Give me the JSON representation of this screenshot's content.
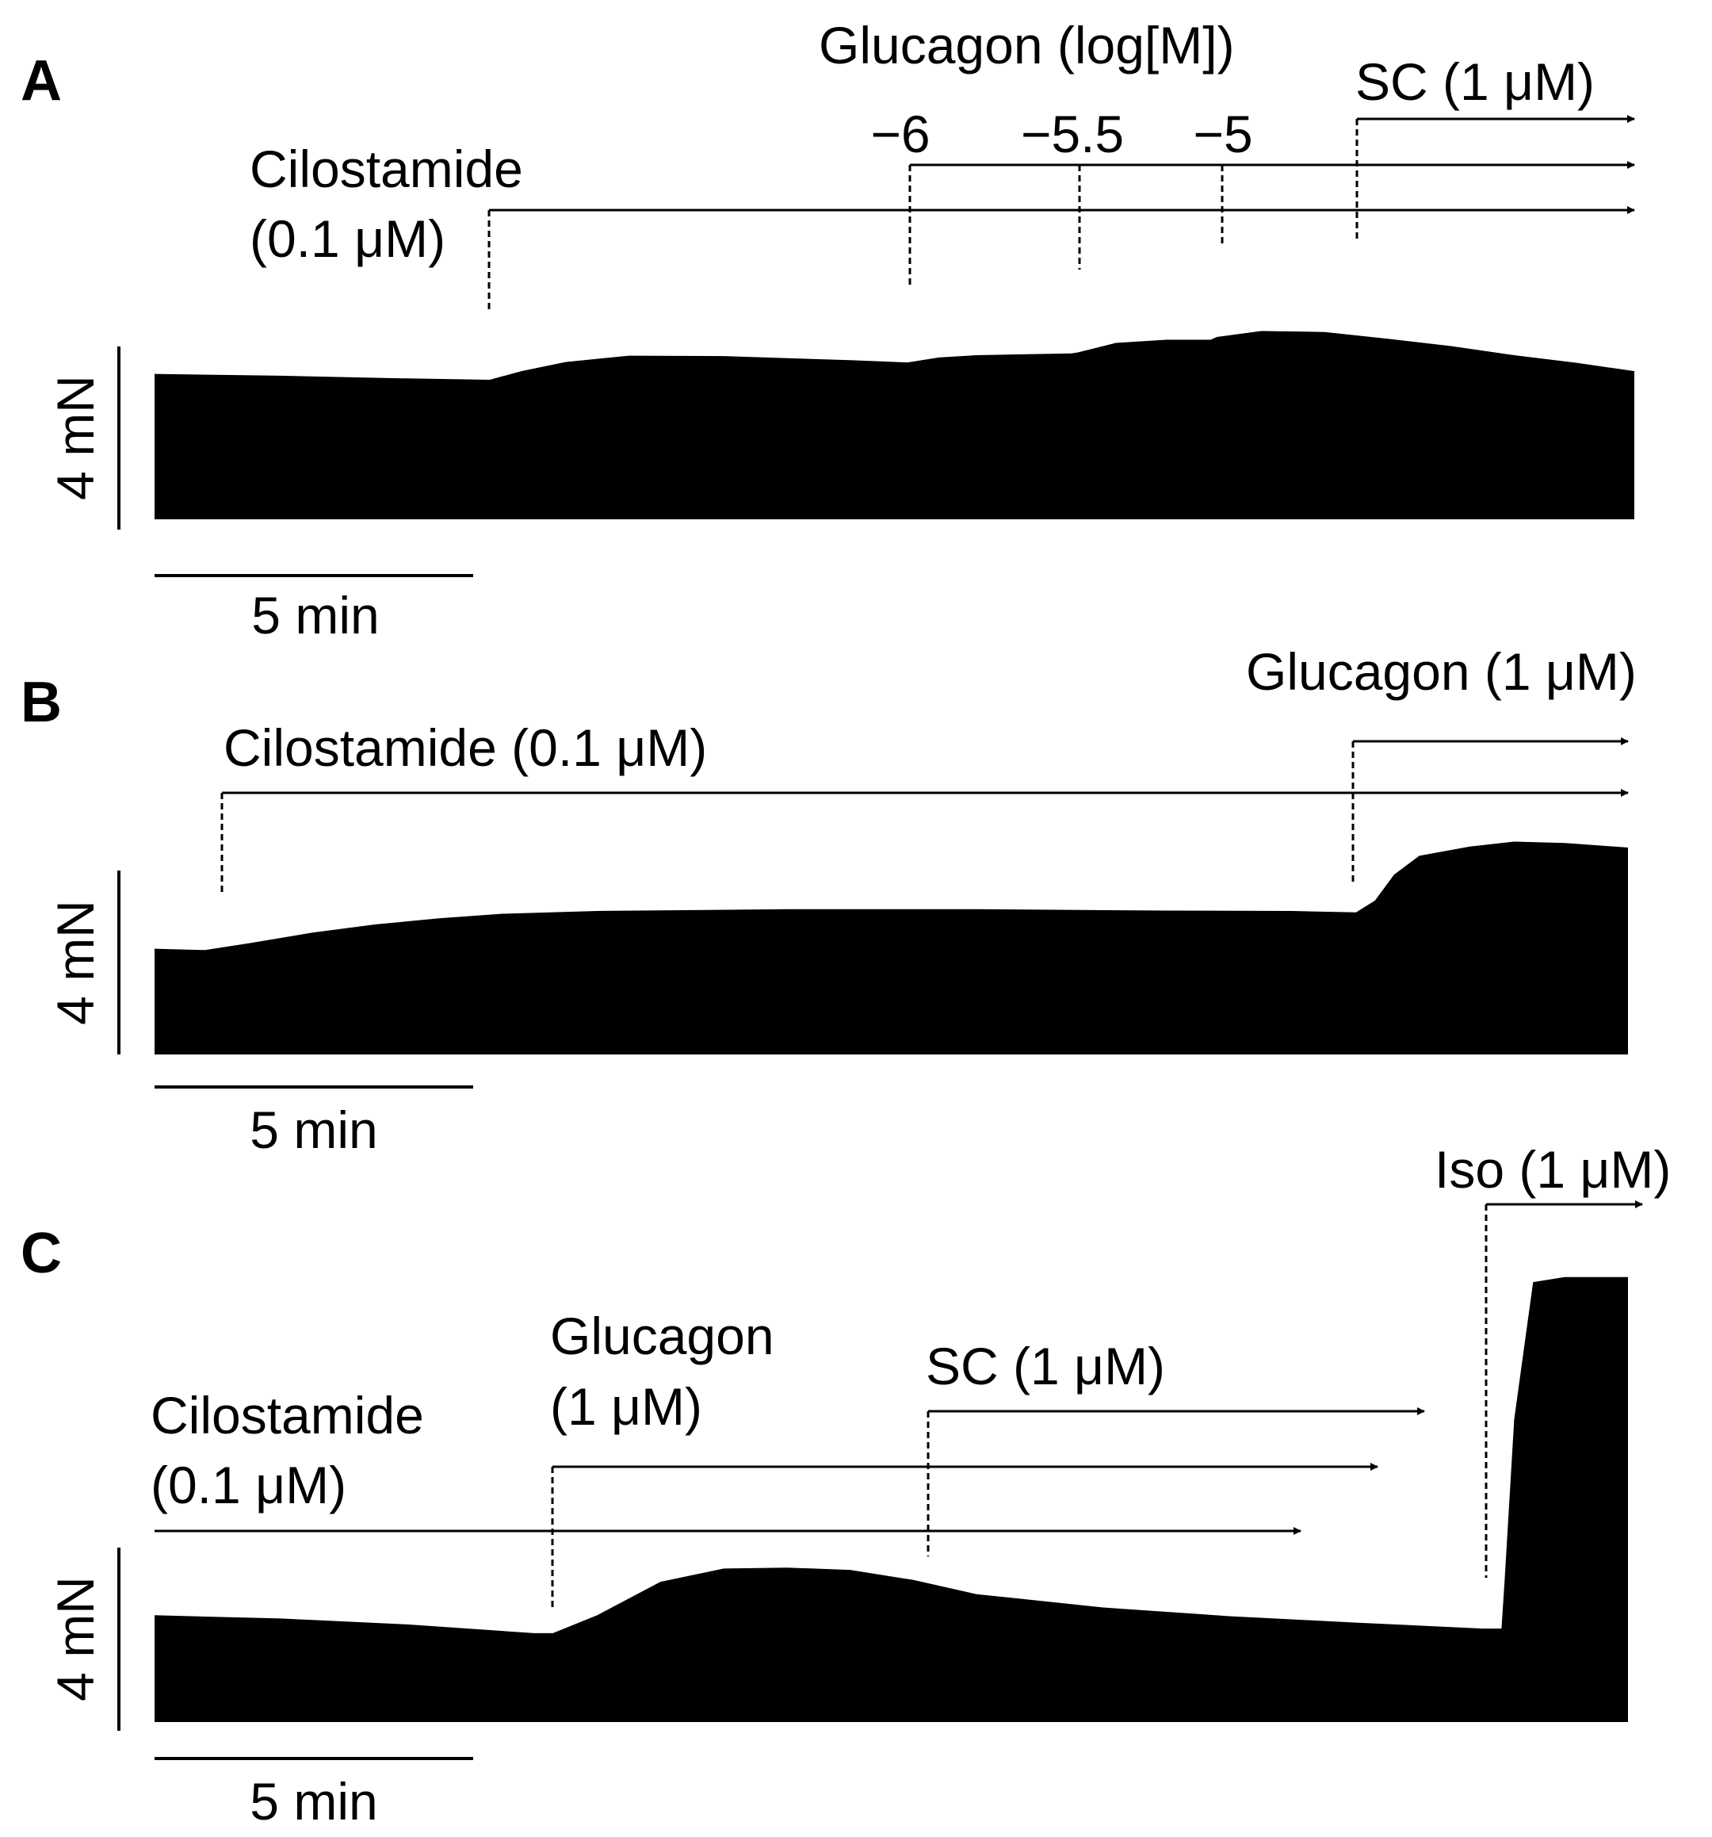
{
  "figure": {
    "colors": {
      "trace": "#000000",
      "background": "#ffffff"
    },
    "panels": [
      {
        "letter": "A",
        "scale_bars": {
          "force": "4 mN",
          "time": "5 min"
        },
        "annotations": [
          {
            "lines": [
              "Cilostamide",
              "(0.1 μM)"
            ]
          },
          {
            "lines": [
              "Glucagon (log[M])"
            ]
          },
          {
            "lines": [
              "−6"
            ]
          },
          {
            "lines": [
              "−5.5"
            ]
          },
          {
            "lines": [
              "−5"
            ]
          },
          {
            "lines": [
              "SC (1 μM)"
            ]
          }
        ]
      },
      {
        "letter": "B",
        "scale_bars": {
          "force": "4 mN",
          "time": "5 min"
        },
        "annotations": [
          {
            "lines": [
              "Cilostamide (0.1 μM)"
            ]
          },
          {
            "lines": [
              "Glucagon (1 μM)"
            ]
          }
        ]
      },
      {
        "letter": "C",
        "scale_bars": {
          "force": "4 mN",
          "time": "5 min"
        },
        "annotations": [
          {
            "lines": [
              "Cilostamide",
              "(0.1 μM)"
            ]
          },
          {
            "lines": [
              "Glucagon",
              "(1 μM)"
            ]
          },
          {
            "lines": [
              "SC (1 μM)"
            ]
          },
          {
            "lines": [
              "Iso (1 μM)"
            ]
          }
        ]
      }
    ]
  },
  "chart_data": [
    {
      "type": "area",
      "panel": "A",
      "title": "",
      "xlabel": "",
      "ylabel": "",
      "x_unit": "min",
      "y_unit": "mN",
      "xlim": [
        0,
        23.4
      ],
      "ylim": [
        0,
        6.3
      ],
      "scale_bars": {
        "time_min": 5,
        "force_mN": 4
      },
      "events": [
        {
          "agent": "Cilostamide",
          "label": "Cilostamide (0.1 μM)",
          "time": 5.3
        },
        {
          "agent": "Glucagon",
          "label": "−6",
          "time": 11.9
        },
        {
          "agent": "Glucagon",
          "label": "−5.5",
          "time": 14.6
        },
        {
          "agent": "Glucagon",
          "label": "−5",
          "time": 16.8
        },
        {
          "agent": "SC",
          "label": "SC (1 μM)",
          "time": 19.0
        }
      ],
      "series": [
        {
          "name": "",
          "x": [
            0,
            2,
            4,
            5.3,
            5.8,
            6.5,
            7.5,
            9,
            11,
            11.9,
            12.4,
            13,
            14.5,
            14.6,
            15.2,
            16,
            16.7,
            16.8,
            17.5,
            18.5,
            19.5,
            20.5,
            21.5,
            22.5,
            23.4
          ],
          "y_top": [
            3.19,
            3.15,
            3.09,
            3.06,
            3.25,
            3.45,
            3.59,
            3.58,
            3.49,
            3.44,
            3.55,
            3.6,
            3.64,
            3.66,
            3.87,
            3.94,
            3.94,
            4.0,
            4.13,
            4.11,
            3.96,
            3.8,
            3.6,
            3.43,
            3.25
          ],
          "y_bottom": [
            0.0,
            0.0,
            0.0,
            0.0,
            0.0,
            0.0,
            0.0,
            0.0,
            0.0,
            0.0,
            0.0,
            0.0,
            0.0,
            0.0,
            0.0,
            0.0,
            0.0,
            0.0,
            0.0,
            0.0,
            0.0,
            0.0,
            0.0,
            0.0,
            0.0
          ]
        }
      ]
    },
    {
      "type": "area",
      "panel": "B",
      "title": "",
      "xlabel": "",
      "ylabel": "",
      "x_unit": "min",
      "y_unit": "mN",
      "xlim": [
        0,
        23.3
      ],
      "ylim": [
        0,
        6.3
      ],
      "scale_bars": {
        "time_min": 5,
        "force_mN": 4
      },
      "events": [
        {
          "agent": "Cilostamide",
          "label": "Cilostamide (0.1 μM)",
          "time": 1.0
        },
        {
          "agent": "Glucagon",
          "label": "Glucagon (1 μM)",
          "time": 19.0
        }
      ],
      "series": [
        {
          "name": "",
          "x": [
            0,
            0.8,
            1.5,
            2.5,
            3.5,
            4.5,
            5.5,
            7,
            10,
            13,
            16,
            18,
            19.0,
            19.3,
            19.6,
            20,
            20.8,
            21.5,
            22.3,
            23.3
          ],
          "y_top": [
            2.3,
            2.27,
            2.42,
            2.65,
            2.83,
            2.96,
            3.06,
            3.12,
            3.16,
            3.16,
            3.13,
            3.12,
            3.09,
            3.35,
            3.91,
            4.32,
            4.52,
            4.63,
            4.6,
            4.5
          ],
          "y_bottom": [
            0.0,
            0.0,
            0.0,
            0.0,
            0.0,
            0.0,
            0.0,
            0.0,
            0.0,
            0.0,
            0.0,
            0.0,
            0.0,
            0.0,
            0.0,
            0.0,
            0.0,
            0.0,
            0.0,
            0.0
          ]
        }
      ]
    },
    {
      "type": "area",
      "panel": "C",
      "title": "",
      "xlabel": "",
      "ylabel": "",
      "x_unit": "min",
      "y_unit": "mN",
      "xlim": [
        0,
        23.3
      ],
      "ylim": [
        0,
        10.6
      ],
      "scale_bars": {
        "time_min": 5,
        "force_mN": 4
      },
      "events": [
        {
          "agent": "Cilostamide",
          "label": "Cilostamide (0.1 μM)",
          "time": 0
        },
        {
          "agent": "Glucagon",
          "label": "Glucagon (1 μM)",
          "time": 6.3
        },
        {
          "agent": "SC",
          "label": "SC (1 μM)",
          "time": 12.3
        },
        {
          "agent": "Iso",
          "label": "Iso (1 μM)",
          "time": 21.3
        }
      ],
      "series": [
        {
          "name": "",
          "x": [
            0,
            2,
            4,
            6,
            6.3,
            7,
            8,
            9,
            10,
            11,
            12,
            13,
            15,
            17,
            19,
            21,
            21.3,
            21.35,
            21.5,
            21.8,
            22.3,
            23.3
          ],
          "y_top": [
            2.33,
            2.26,
            2.13,
            1.94,
            1.94,
            2.33,
            3.06,
            3.35,
            3.37,
            3.32,
            3.1,
            2.79,
            2.5,
            2.31,
            2.17,
            2.04,
            2.04,
            3.1,
            6.6,
            9.6,
            9.71,
            9.71
          ],
          "y_bottom": [
            0.0,
            0.0,
            0.0,
            0.0,
            0.0,
            0.0,
            0.0,
            0.0,
            0.0,
            0.0,
            0.0,
            0.0,
            0.0,
            0.0,
            0.0,
            0.0,
            0.0,
            0.0,
            0.0,
            0.0,
            0.0,
            0.0
          ]
        }
      ]
    }
  ]
}
